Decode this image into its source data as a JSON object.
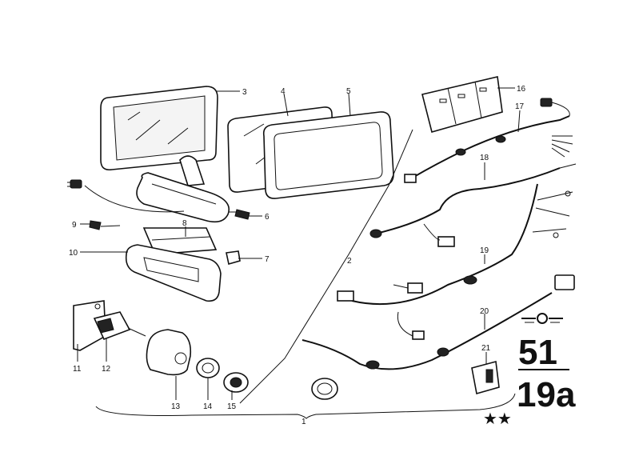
{
  "labels": {
    "p1": "1",
    "p2": "2",
    "p3": "3",
    "p4": "4",
    "p5": "5",
    "p6": "6",
    "p7": "7",
    "p8": "8",
    "p9": "9",
    "p10": "10",
    "p11": "11",
    "p12": "12",
    "p13": "13",
    "p14": "14",
    "p15": "15",
    "p16": "16",
    "p17": "17",
    "p18": "18",
    "p19": "19",
    "p20": "20",
    "p21": "21"
  },
  "group": {
    "main": "51",
    "sub": "19a",
    "stars": "★★"
  },
  "icons": [
    "mirror-icon",
    "car-logo-icon",
    "star-icon"
  ]
}
